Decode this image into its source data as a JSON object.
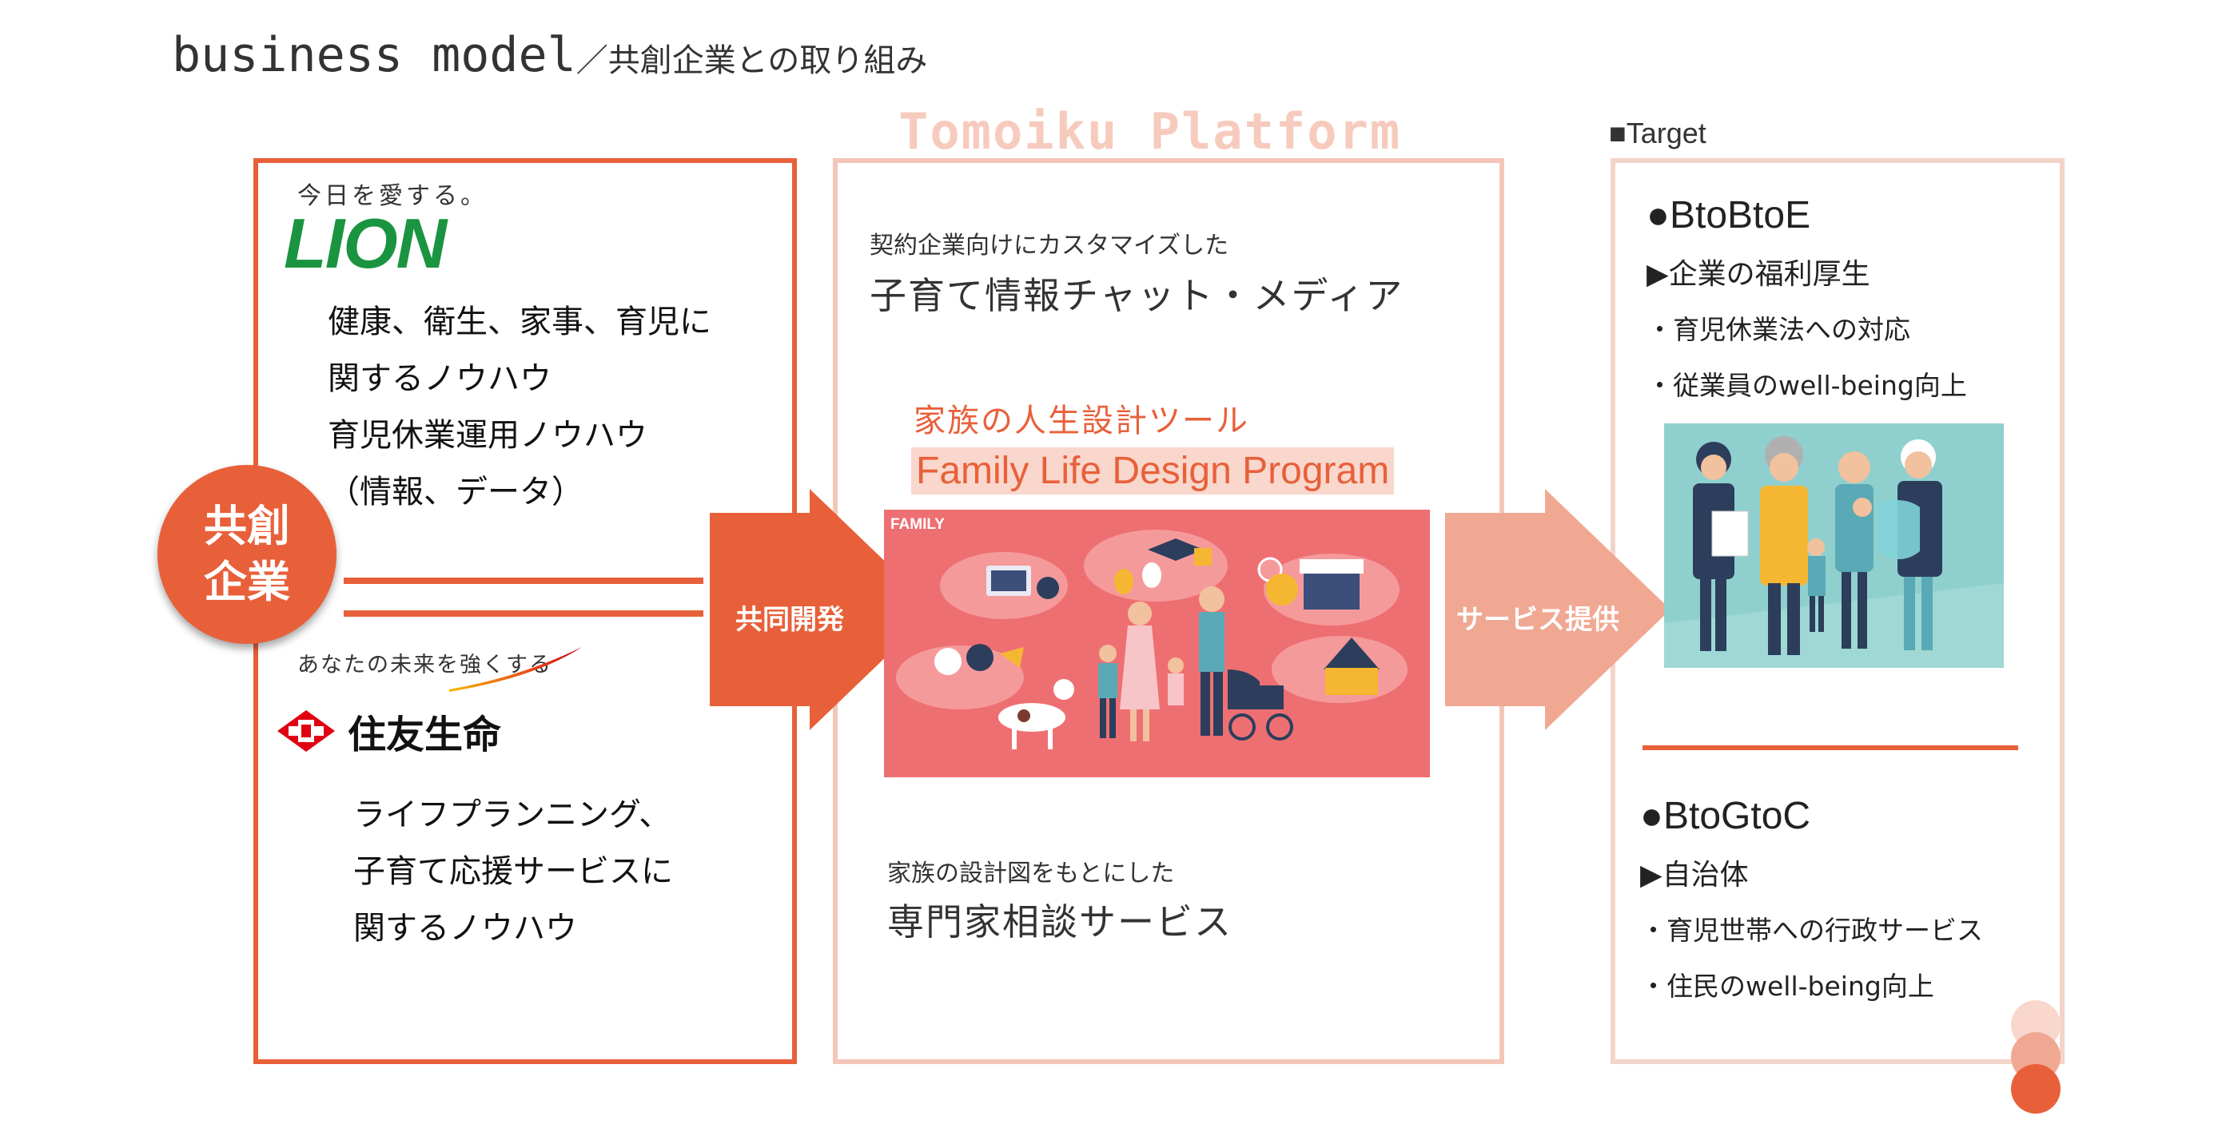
{
  "title": {
    "main": "business model",
    "sub": "／共創企業との取り組み"
  },
  "left_panel": {
    "lion": {
      "tagline": "今日を愛する。",
      "logo": "LION",
      "lines": [
        "健康、衛生、家事、育児に",
        "関するノウハウ",
        "育児休業運用ノウハウ",
        "（情報、データ）"
      ]
    },
    "sumitomo": {
      "tagline": "あなたの未来を強くする",
      "logo": "住友生命",
      "lines": [
        "ライフプランニング、",
        "子育て応援サービスに",
        "関するノウハウ"
      ]
    },
    "circle_label": [
      "共創",
      "企業"
    ]
  },
  "arrows": {
    "joint_dev": "共同開発",
    "service": "サービス提供"
  },
  "middle_panel": {
    "platform_title": "Tomoiku Platform",
    "chat_small": "契約企業向けにカスタマイズした",
    "chat_big": "子育て情報チャット・メディア",
    "tool_jp": "家族の人生設計ツール",
    "tool_en": "Family Life Design Program",
    "image_label": "FAMILY",
    "consult_small": "家族の設計図をもとにした",
    "consult_big": "専門家相談サービス"
  },
  "right_panel": {
    "target_label": "■Target",
    "btobtoe": {
      "head": "●BtoBtoE",
      "sub": "▶企業の福利厚生",
      "items": [
        "・育児休業法への対応",
        "・従業員のwell-being向上"
      ]
    },
    "btogtoc": {
      "head": "●BtoGtoC",
      "sub": "▶自治体",
      "items": [
        "・育児世帯への行政サービス",
        "・住民のwell-being向上"
      ]
    }
  },
  "colors": {
    "accent": "#e8603a",
    "light": "#f3c6b8",
    "lion_green": "#1a9440",
    "sumitomo_red": "#e00012"
  }
}
